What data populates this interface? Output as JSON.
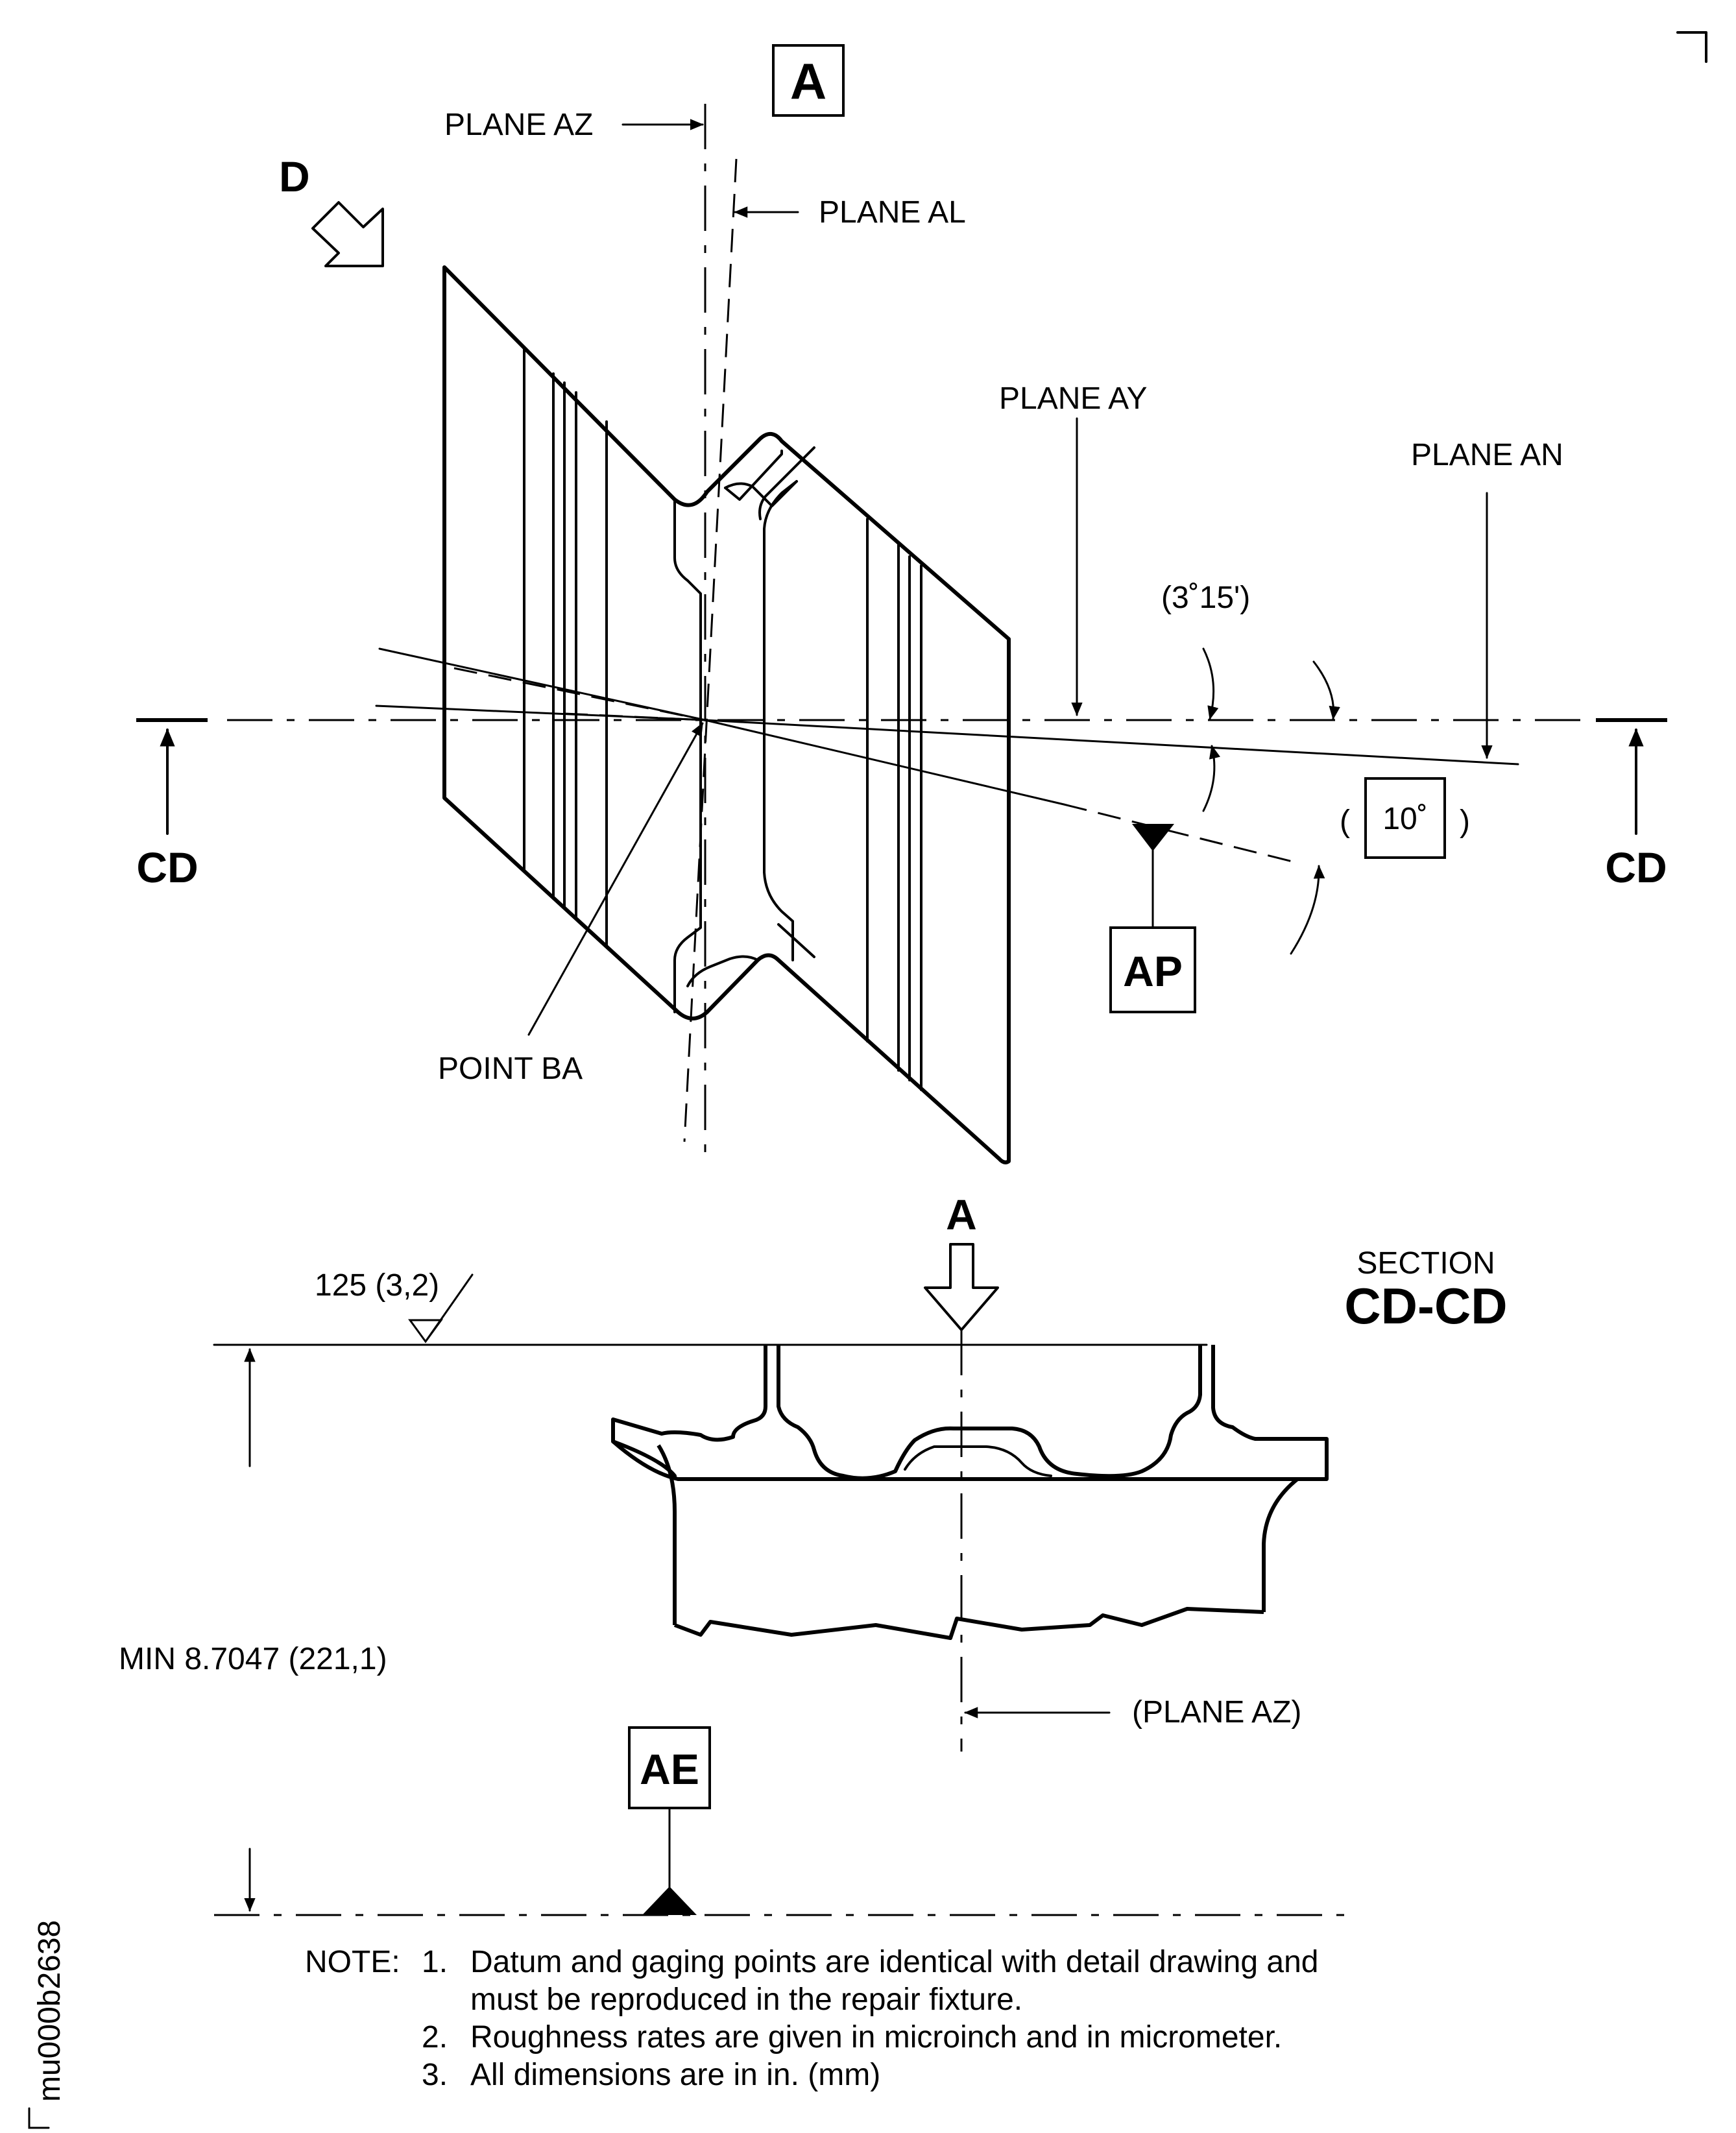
{
  "view_top": {
    "datum_a": "A",
    "view_d": "D",
    "plane_az": "PLANE AZ",
    "plane_al": "PLANE AL",
    "plane_ay": "PLANE AY",
    "plane_an": "PLANE AN",
    "angle_small": "(3˚15')",
    "angle_basic_open": "(",
    "angle_basic": "10˚",
    "angle_basic_close": ")",
    "section_left": "CD",
    "section_right": "CD",
    "datum_ap": "AP",
    "point_ba": "POINT BA"
  },
  "section_view": {
    "view_arrow_label": "A",
    "section_caption": "SECTION",
    "section_id": "CD-CD",
    "roughness": "125 (3,2)",
    "min_dimension": "MIN 8.7047 (221,1)",
    "plane_az_ref": "(PLANE AZ)",
    "datum_ae": "AE"
  },
  "notes": {
    "heading": "NOTE:",
    "items": [
      {
        "num": "1.",
        "line1": "Datum and gaging points are identical with detail drawing and",
        "line2": "must be reproduced in the repair fixture."
      },
      {
        "num": "2.",
        "line1": "Roughness rates are given in microinch and in micrometer."
      },
      {
        "num": "3.",
        "line1": "All dimensions are in in. (mm)"
      }
    ]
  },
  "figure_id": "mu000b2638"
}
